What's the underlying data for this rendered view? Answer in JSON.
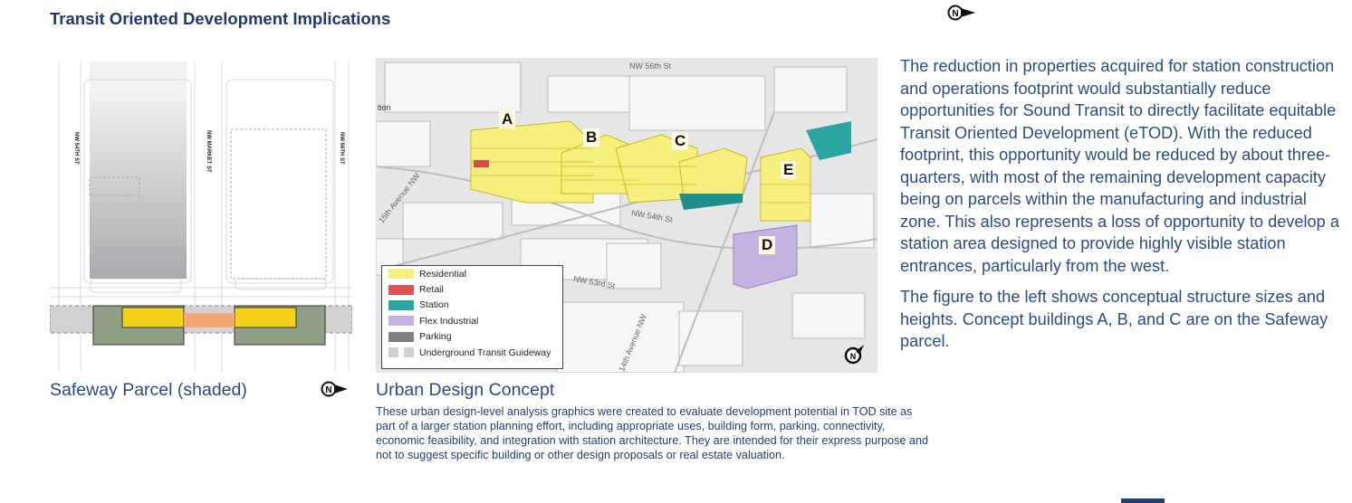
{
  "title": "Transit Oriented Development Implications",
  "left_figure": {
    "caption": "Safeway Parcel (shaded)",
    "streets": [
      "NW 54TH ST",
      "NW MARKET ST",
      "NW 56TH ST"
    ],
    "north_label": "N"
  },
  "right_figure": {
    "caption": "Urban Design Concept",
    "buildings": [
      "A",
      "B",
      "C",
      "D",
      "E"
    ],
    "streets": [
      "NW 56th St",
      "NW 54th St",
      "NW 53rd St",
      "15th Avenue NW",
      "14th Avenue NW",
      "tion"
    ],
    "legend": [
      {
        "label": "Residential",
        "color": "#f5ef7e"
      },
      {
        "label": "Retail",
        "color": "#e05252"
      },
      {
        "label": "Station",
        "color": "#2aa6a2"
      },
      {
        "label": "Flex Industrial",
        "color": "#c6b2e0"
      },
      {
        "label": "Parking",
        "color": "#808080"
      },
      {
        "label": "Underground Transit Guideway",
        "color": "#cfd0d6"
      }
    ],
    "north_label": "N"
  },
  "disclaimer": "These urban design-level analysis graphics were created to evaluate development potential in TOD site as part of a larger station planning effort, including appropriate uses, building form, parking, connectivity, economic feasibility, and integration with station architecture. They are intended for their express purpose and not to suggest specific building or other design proposals or real estate valuation.",
  "body": {
    "paragraph1": "The reduction in properties acquired for station construction and operations footprint would substantially reduce opportunities for Sound Transit to directly facilitate equitable Transit Oriented Development (eTOD).  With the reduced footprint, this opportunity would be reduced by about three-quarters, with most of the remaining development capacity being on parcels within the manufacturing and industrial zone. This also represents a loss of opportunity to develop a station area designed to provide highly visible station entrances, particularly from the west.",
    "paragraph2": "The figure to the left shows conceptual structure sizes and heights. Concept buildings A, B, and C are on the Safeway parcel."
  },
  "north_top_label": "N"
}
